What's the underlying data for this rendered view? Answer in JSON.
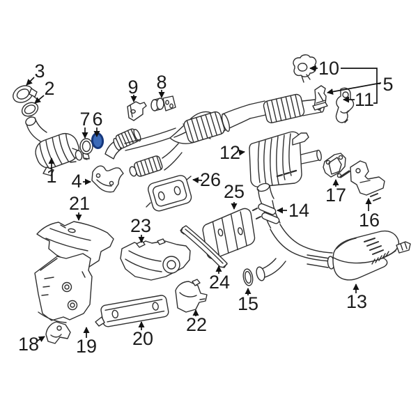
{
  "diagram": {
    "background": "#ffffff",
    "line_color": "#2e2e2e",
    "label_color": "#1b1b1b",
    "highlight": {
      "part_number": "6",
      "fill": "#3b6ab8",
      "stroke": "#16387d"
    },
    "parts": [
      {
        "number": "1"
      },
      {
        "number": "2"
      },
      {
        "number": "3"
      },
      {
        "number": "4"
      },
      {
        "number": "5"
      },
      {
        "number": "6"
      },
      {
        "number": "7"
      },
      {
        "number": "8"
      },
      {
        "number": "9"
      },
      {
        "number": "10"
      },
      {
        "number": "11"
      },
      {
        "number": "12"
      },
      {
        "number": "13"
      },
      {
        "number": "14"
      },
      {
        "number": "15"
      },
      {
        "number": "16"
      },
      {
        "number": "17"
      },
      {
        "number": "18"
      },
      {
        "number": "19"
      },
      {
        "number": "20"
      },
      {
        "number": "21"
      },
      {
        "number": "22"
      },
      {
        "number": "23"
      },
      {
        "number": "24"
      },
      {
        "number": "25"
      },
      {
        "number": "26"
      }
    ]
  }
}
